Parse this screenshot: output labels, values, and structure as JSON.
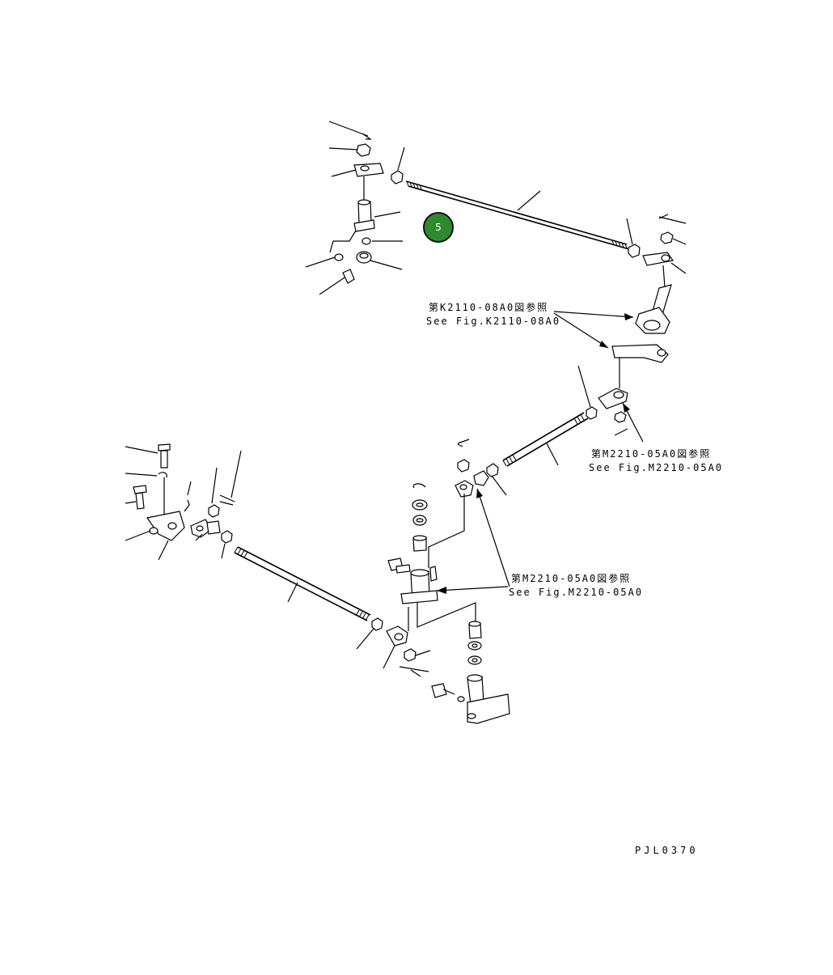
{
  "diagram": {
    "badge_number": "5",
    "callouts": [
      {
        "jp": "第K2110-08A0図参照",
        "en": "See Fig.K2110-08A0"
      },
      {
        "jp": "第M2210-05A0図参照",
        "en": "See Fig.M2210-05A0"
      },
      {
        "jp": "第M2210-05A0図参照",
        "en": "See Fig.M2210-05A0"
      }
    ],
    "drawing_code": "PJL0370"
  }
}
